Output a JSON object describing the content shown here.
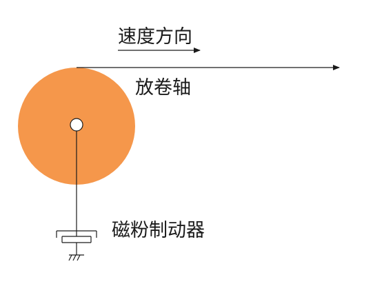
{
  "labels": {
    "speed_direction": "速度方向",
    "unwind_shaft": "放卷轴",
    "magnetic_powder_brake": "磁粉制动器"
  },
  "colors": {
    "reel_fill": "#f5974b",
    "line": "#1a1a1a",
    "background": "#ffffff"
  }
}
